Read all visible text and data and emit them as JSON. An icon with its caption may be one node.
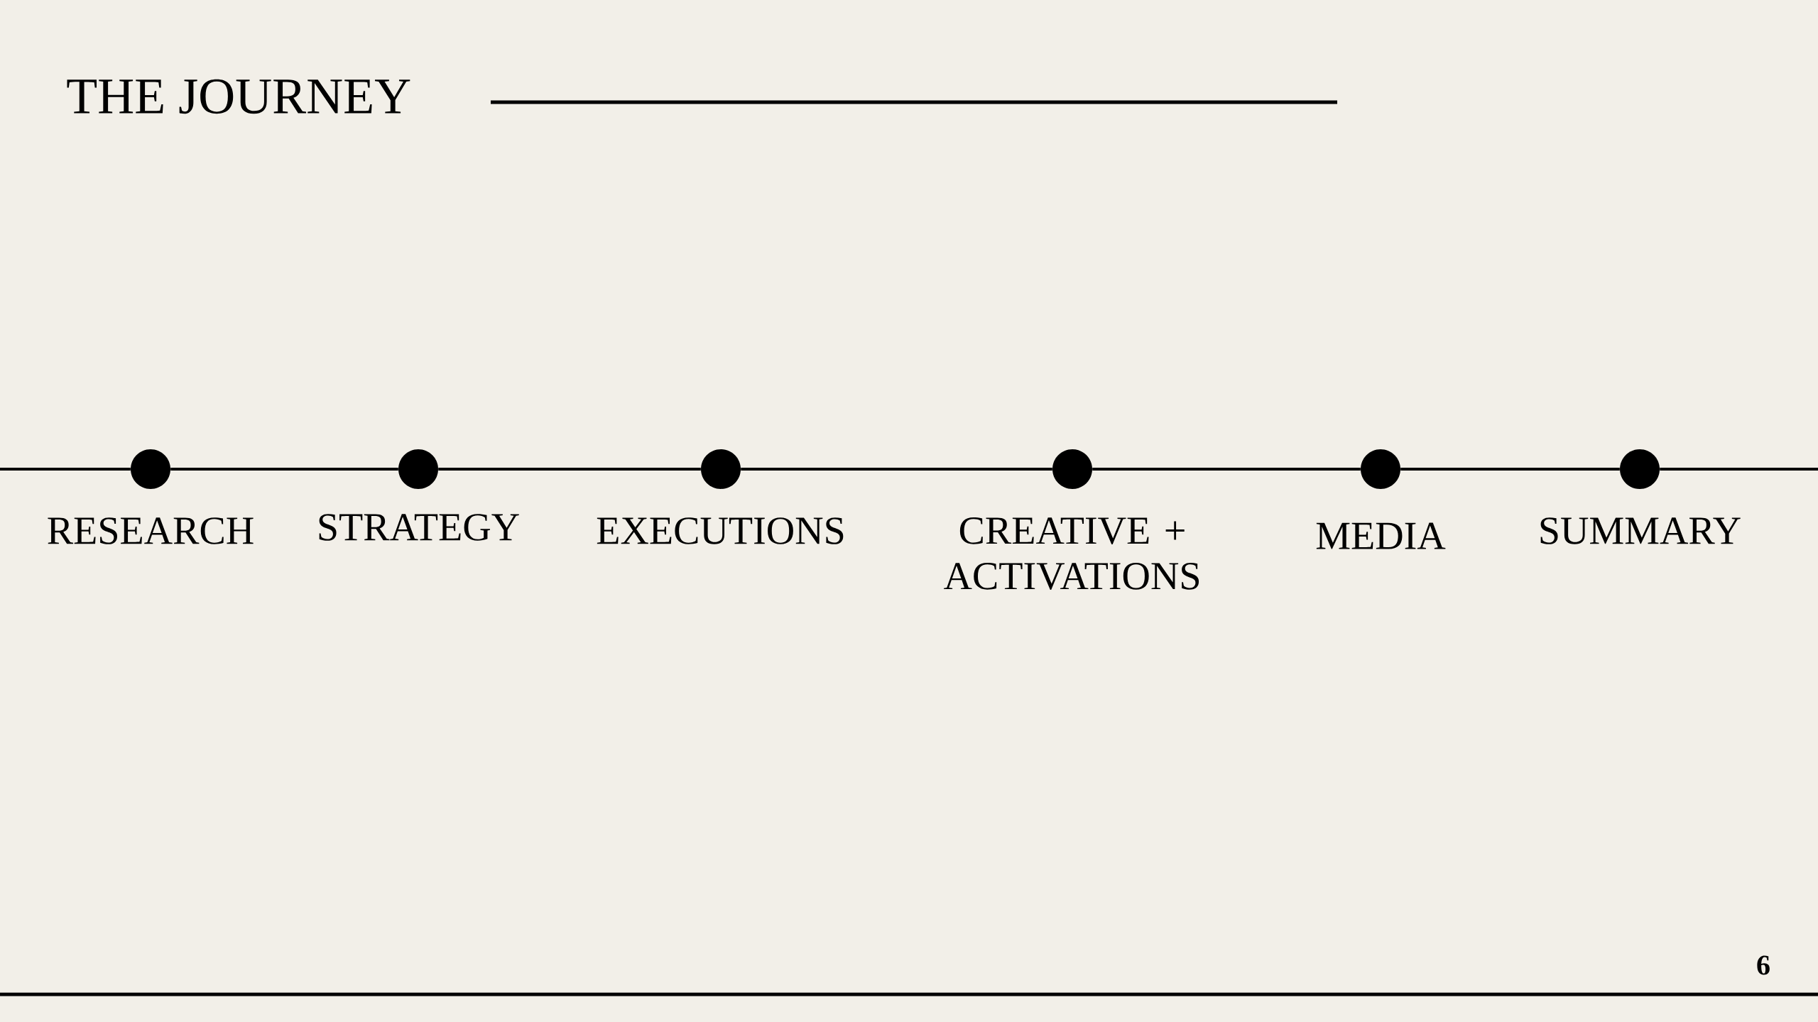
{
  "diagram": {
    "title": "THE JOURNEY",
    "nodes": [
      {
        "text": [
          "RESEARCH"
        ]
      },
      {
        "text": [
          "STRATEGY"
        ]
      },
      {
        "text": [
          "EXECUTIONS"
        ]
      },
      {
        "text": [
          "CREATIVE + ACTIVATIONS"
        ]
      },
      {
        "text": [
          "MEDIA"
        ]
      },
      {
        "text": [
          "SUMMARY"
        ]
      }
    ],
    "edges": [
      {
        "from": null,
        "to": 0,
        "arrow": "none"
      },
      {
        "from": 0,
        "to": 1,
        "arrow": "none"
      },
      {
        "from": 1,
        "to": 2,
        "arrow": "none"
      },
      {
        "from": 2,
        "to": 3,
        "arrow": "none"
      },
      {
        "from": 3,
        "to": 4,
        "arrow": "none"
      },
      {
        "from": 4,
        "to": 5,
        "arrow": "none"
      },
      {
        "from": 5,
        "to": null,
        "arrow": "none"
      }
    ],
    "labels": [
      "6"
    ]
  }
}
